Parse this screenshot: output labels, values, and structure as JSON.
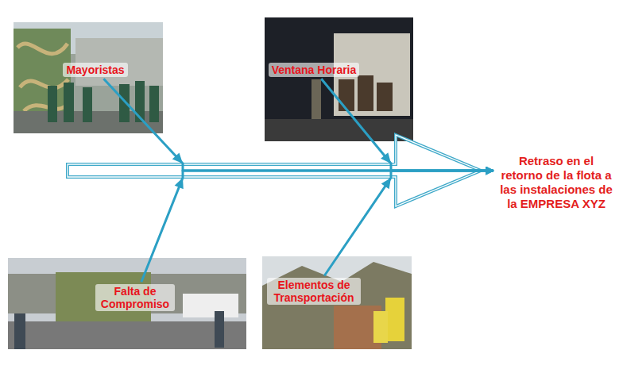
{
  "diagram": {
    "nodes": [
      {
        "text": [
          "Mayoristas"
        ]
      },
      {
        "text": [
          "Ventana Horaria"
        ]
      },
      {
        "text": [
          "Falta de Compromiso"
        ]
      },
      {
        "text": [
          "Elementos de Transportación"
        ]
      },
      {
        "text": [
          "Retraso en el retorno de la flota a las instalaciones de la EMPRESA XYZ"
        ]
      }
    ],
    "edges": [
      {
        "from": 0,
        "to": 4,
        "arrow": "to"
      },
      {
        "from": 1,
        "to": 4,
        "arrow": "to"
      },
      {
        "from": 2,
        "to": 4,
        "arrow": "to"
      },
      {
        "from": 3,
        "to": 4,
        "arrow": "to"
      }
    ]
  }
}
